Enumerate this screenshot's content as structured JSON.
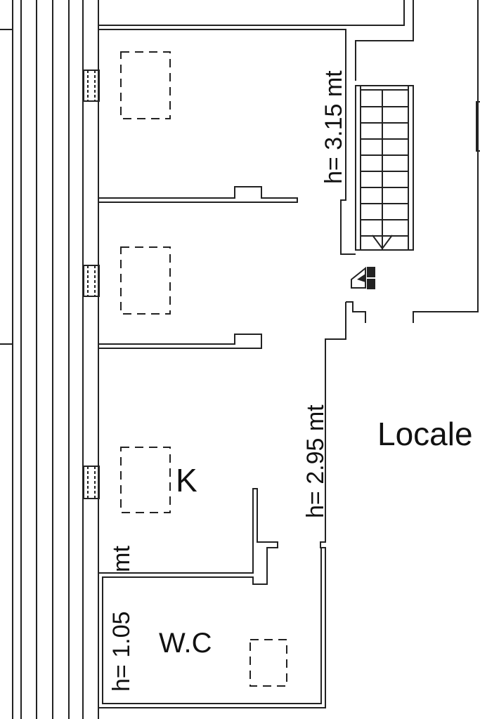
{
  "labels": {
    "height_top": "h= 3.15 mt",
    "height_middle": "h= 2.95 mt",
    "height_wc": "h= 1.05",
    "unit_wc": "mt",
    "room_local": "Locale",
    "kitchen": "K",
    "wc": "W.C"
  },
  "colors": {
    "line": "#222222",
    "background": "#ffffff"
  }
}
